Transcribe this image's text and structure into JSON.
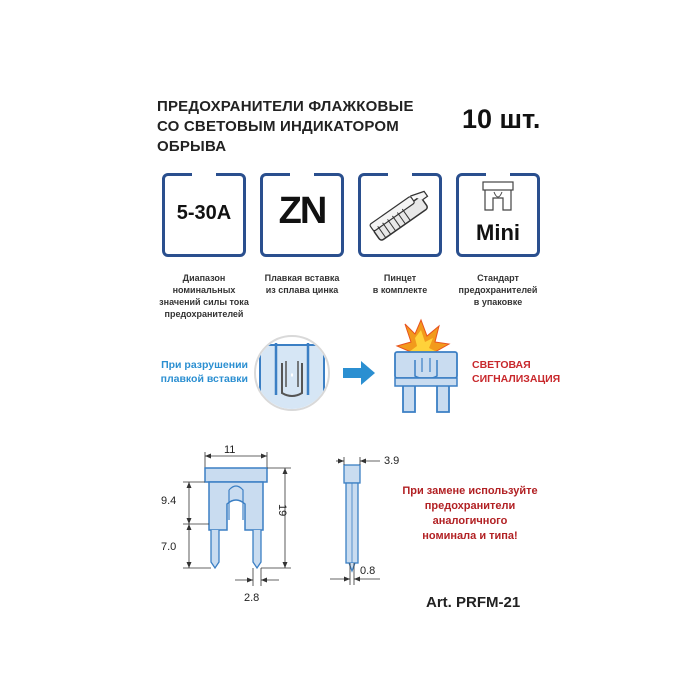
{
  "header": {
    "title_lines": [
      "ПРЕДОХРАНИТЕЛИ ФЛАЖКОВЫЕ",
      "СО СВЕТОВЫМ ИНДИКАТОРОМ",
      "ОБРЫВА"
    ],
    "quantity": "10 шт."
  },
  "features": [
    {
      "icon": "rating-icon",
      "box_text": "5-30A",
      "caption": [
        "Диапазон",
        "номинальных",
        "значений силы тока",
        "предохранителей"
      ]
    },
    {
      "icon": "zinc-icon",
      "box_text": "ZN",
      "caption": [
        "Плавкая вставка",
        "из сплава цинка"
      ]
    },
    {
      "icon": "tweezers-icon",
      "box_text": "",
      "caption": [
        "Пинцет",
        "в комплекте"
      ]
    },
    {
      "icon": "mini-fuse-icon",
      "box_text": "Mini",
      "caption": [
        "Стандарт",
        "предохранителей",
        "в упаковке"
      ]
    }
  ],
  "indicator": {
    "left_note": [
      "При разрушении",
      "плавкой вставки"
    ],
    "right_note": [
      "СВЕТОВАЯ",
      "СИГНАЛИЗАЦИЯ"
    ]
  },
  "dimensions": {
    "width_top": "11",
    "height_upper": "9.4",
    "height_lower": "7.0",
    "height_total": "19",
    "pin_width": "2.8",
    "side_thickness": "3.9",
    "pin_thickness": "0.8"
  },
  "warning": [
    "При замене используйте",
    "предохранители",
    "аналогичного",
    "номинала и типа!"
  ],
  "article": "Art. PRFM-21",
  "colors": {
    "box_border": "#2a4f8e",
    "blue_accent": "#2b8fd1",
    "red_accent": "#c8282c",
    "fuse_fill": "#c9dcf0",
    "fuse_stroke": "#3b7fc4"
  }
}
